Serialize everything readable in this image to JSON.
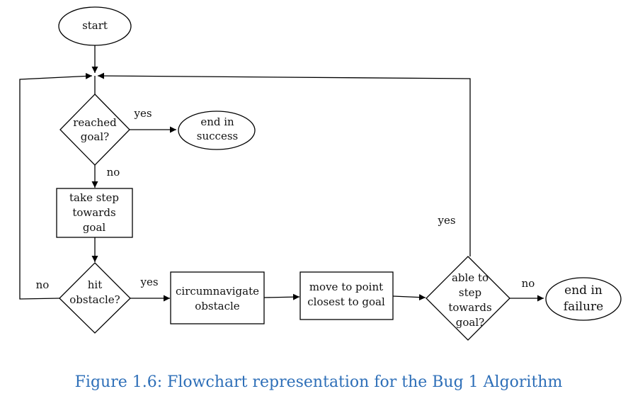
{
  "nodes": {
    "start": "start",
    "reached_goal": [
      "reached",
      "goal?"
    ],
    "end_success": [
      "end in",
      "success"
    ],
    "take_step": [
      "take step",
      "towards",
      "goal"
    ],
    "hit_obstacle": [
      "hit",
      "obstacle?"
    ],
    "circumnavigate": [
      "circumnavigate",
      "obstacle"
    ],
    "move_to_point": [
      "move to point",
      "closest to goal"
    ],
    "able_to_step": [
      "able to",
      "step",
      "towards",
      "goal?"
    ],
    "end_failure": [
      "end in",
      "failure"
    ]
  },
  "edge_labels": {
    "reached_yes": "yes",
    "reached_no": "no",
    "hit_yes": "yes",
    "hit_no": "no",
    "able_yes": "yes",
    "able_no": "no"
  },
  "caption": "Figure 1.6: Flowchart representation for the Bug 1 Algorithm",
  "colors": {
    "caption": "#2e6fb8",
    "stroke": "#000000"
  }
}
